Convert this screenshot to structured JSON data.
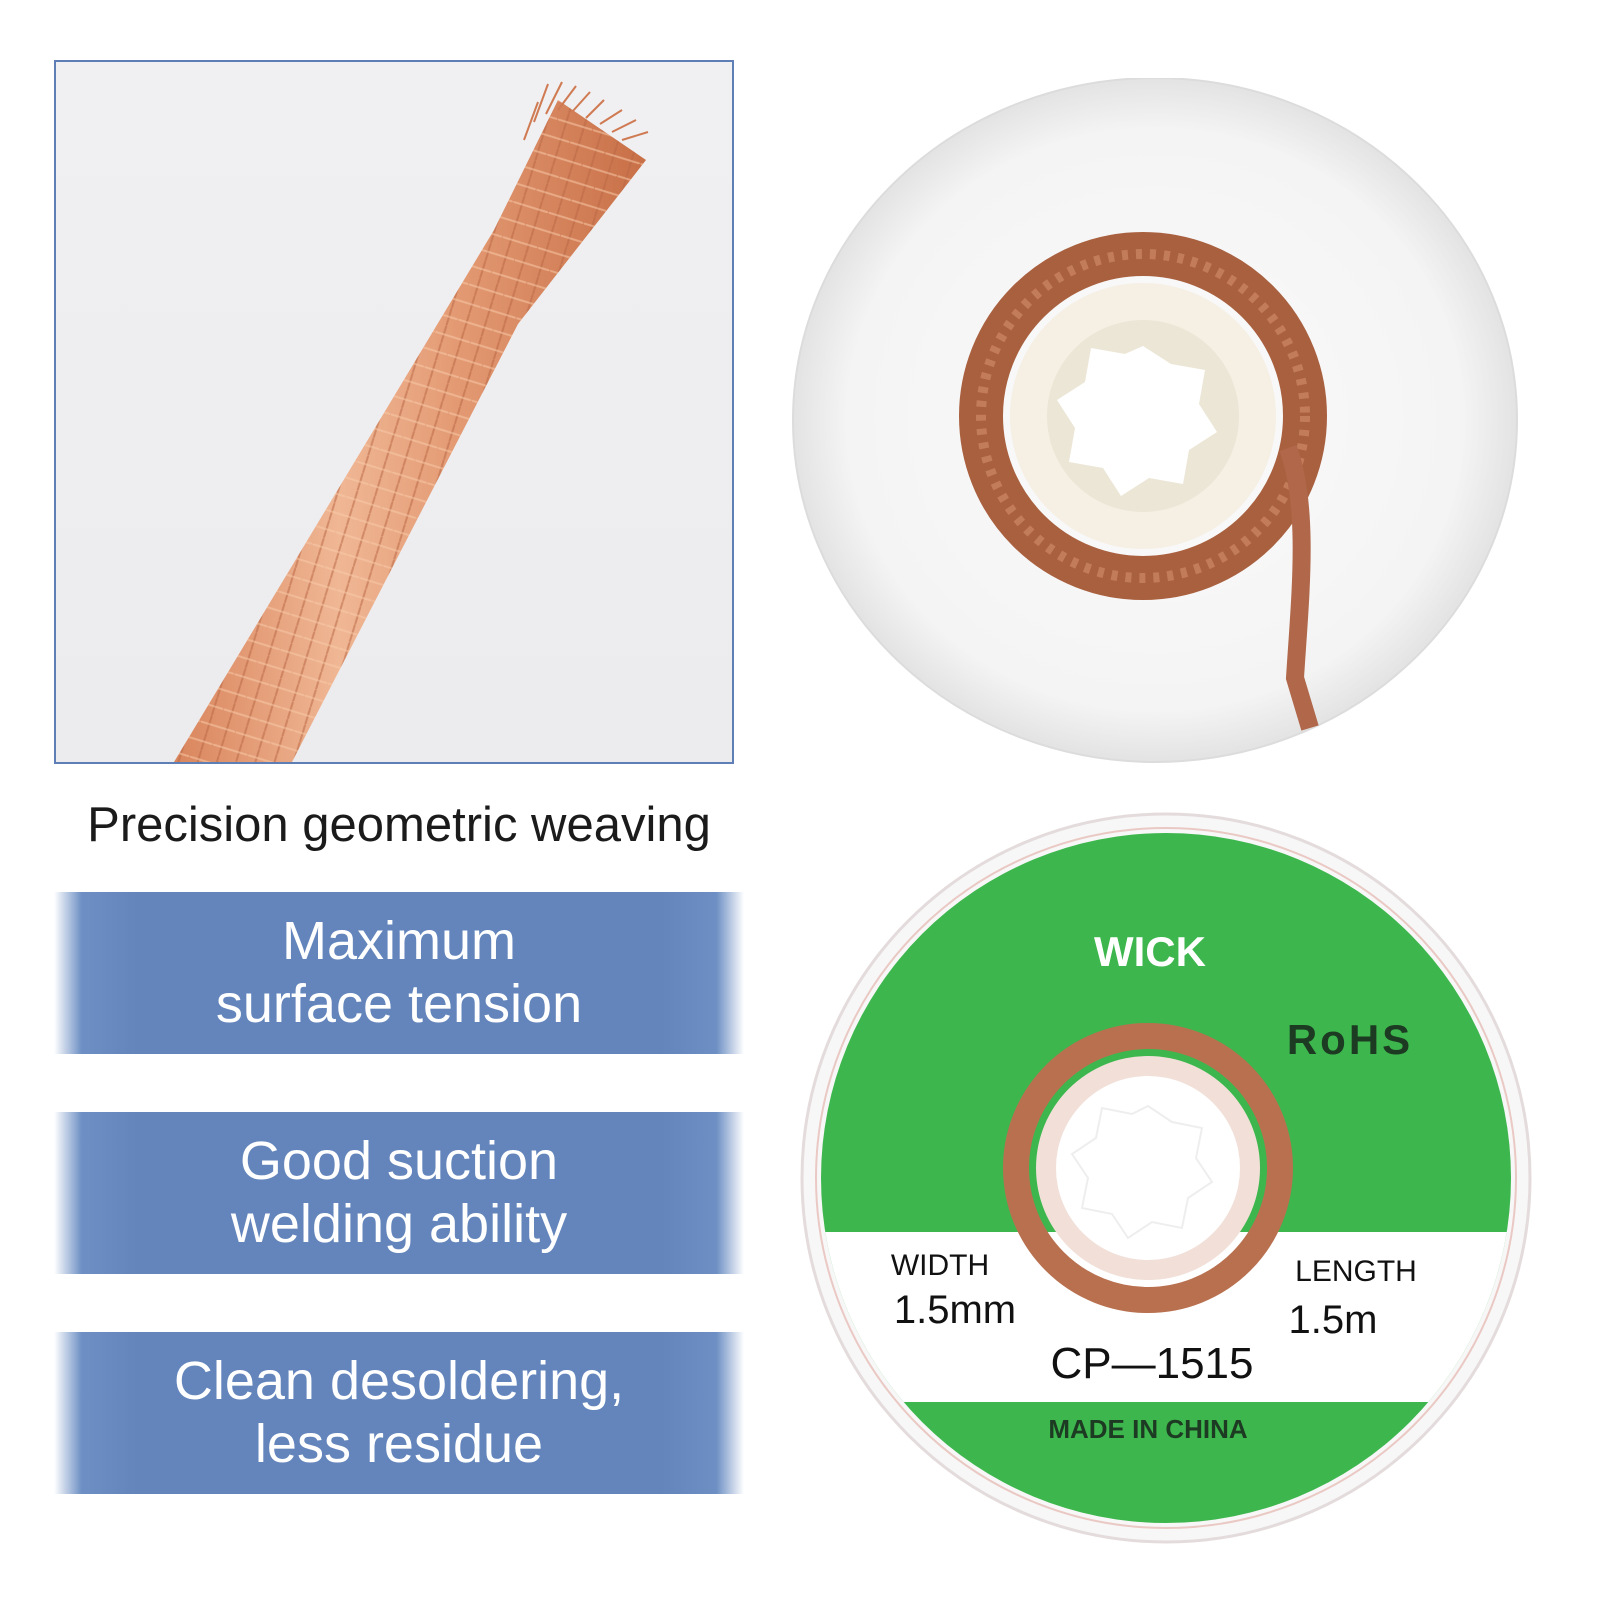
{
  "caption": "Precision geometric weaving",
  "features": [
    {
      "label": "Maximum\nsurface tension"
    },
    {
      "label": "Good suction\nwelding ability"
    },
    {
      "label": "Clean desoldering,\nless residue"
    }
  ],
  "spool_label": {
    "brand": "WICK",
    "rohs": "RoHS",
    "width_title": "WIDTH",
    "width_value": "1.5mm",
    "length_title": "LENGTH",
    "length_value": "1.5m",
    "model": "CP—1515",
    "origin": "MADE IN CHINA"
  },
  "colors": {
    "band_blue": "#6385bc",
    "panel_border": "#5d7fb5",
    "label_green": "#3db74d",
    "copper": "#b66a45"
  },
  "icons": [
    "copper-braid-photo",
    "spool-back-photo",
    "spool-front-photo"
  ]
}
